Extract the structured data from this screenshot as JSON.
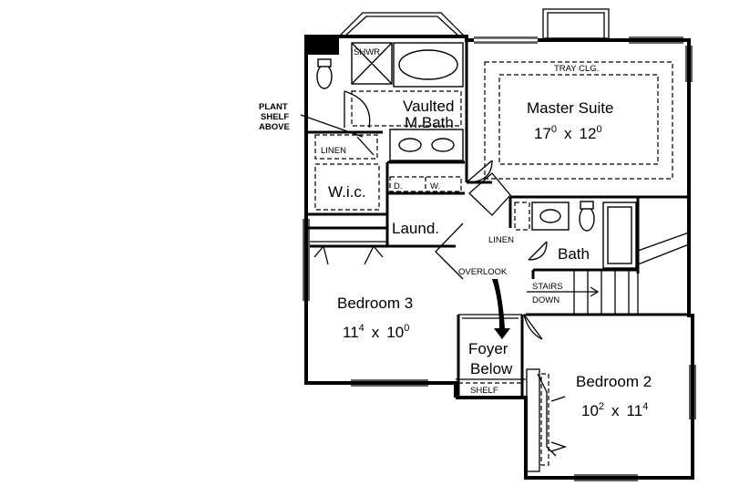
{
  "rooms": {
    "master_suite": {
      "name": "Master Suite",
      "w": "17",
      "w_sup": "0",
      "x": "x",
      "h": "12",
      "h_sup": "0"
    },
    "bedroom3": {
      "name": "Bedroom 3",
      "w": "11",
      "w_sup": "4",
      "x": "x",
      "h": "10",
      "h_sup": "0"
    },
    "bedroom2": {
      "name": "Bedroom 2",
      "w": "10",
      "w_sup": "2",
      "x": "x",
      "h": "11",
      "h_sup": "4"
    },
    "vaulted_bath": {
      "line1": "Vaulted",
      "line2": "M.Bath"
    },
    "wic": "W.i.c.",
    "laundry": "Laund.",
    "bath": "Bath",
    "foyer": {
      "line1": "Foyer",
      "line2": "Below"
    }
  },
  "labels": {
    "tray_ceiling": "TRAY CLG.",
    "shower": "SHWR.",
    "linen_1": "LINEN",
    "linen_2": "LINEN",
    "plant_shelf": [
      "PLANT",
      "SHELF",
      "ABOVE"
    ],
    "dryer": "D.",
    "washer": "W.",
    "overlook": "OVERLOOK",
    "stairs": [
      "STAIRS",
      "DOWN"
    ],
    "shelf": "SHELF"
  }
}
